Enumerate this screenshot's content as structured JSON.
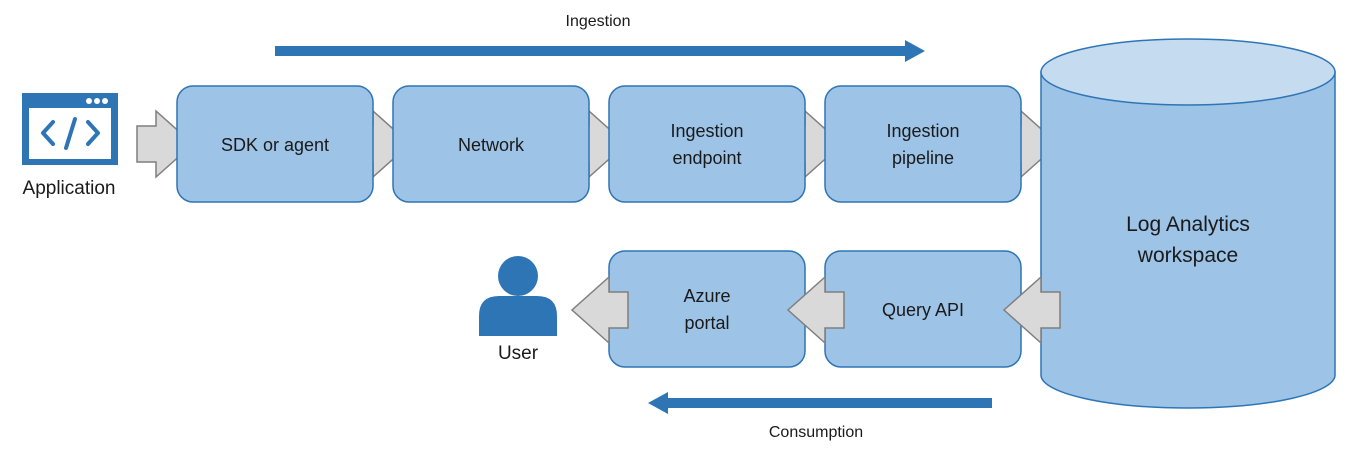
{
  "diagram": {
    "ingestion_label": "Ingestion",
    "consumption_label": "Consumption",
    "application_label": "Application",
    "user_label": "User",
    "workspace": {
      "line1": "Log Analytics",
      "line2": "workspace"
    },
    "ingestion_nodes": [
      {
        "line1": "SDK or agent",
        "line2": ""
      },
      {
        "line1": "Network",
        "line2": ""
      },
      {
        "line1": "Ingestion",
        "line2": "endpoint"
      },
      {
        "line1": "Ingestion",
        "line2": "pipeline"
      }
    ],
    "consumption_nodes": [
      {
        "line1": "Azure",
        "line2": "portal"
      },
      {
        "line1": "Query API",
        "line2": ""
      }
    ],
    "icons": {
      "application": "code-window-icon",
      "user": "user-icon"
    },
    "colors": {
      "node_fill": "#9dc3e6",
      "node_stroke": "#2e75b6",
      "accent": "#2e75b6",
      "connector_fill": "#d9d9d9",
      "connector_stroke": "#7f7f7f",
      "workspace_top": "#c5dbf0"
    }
  }
}
